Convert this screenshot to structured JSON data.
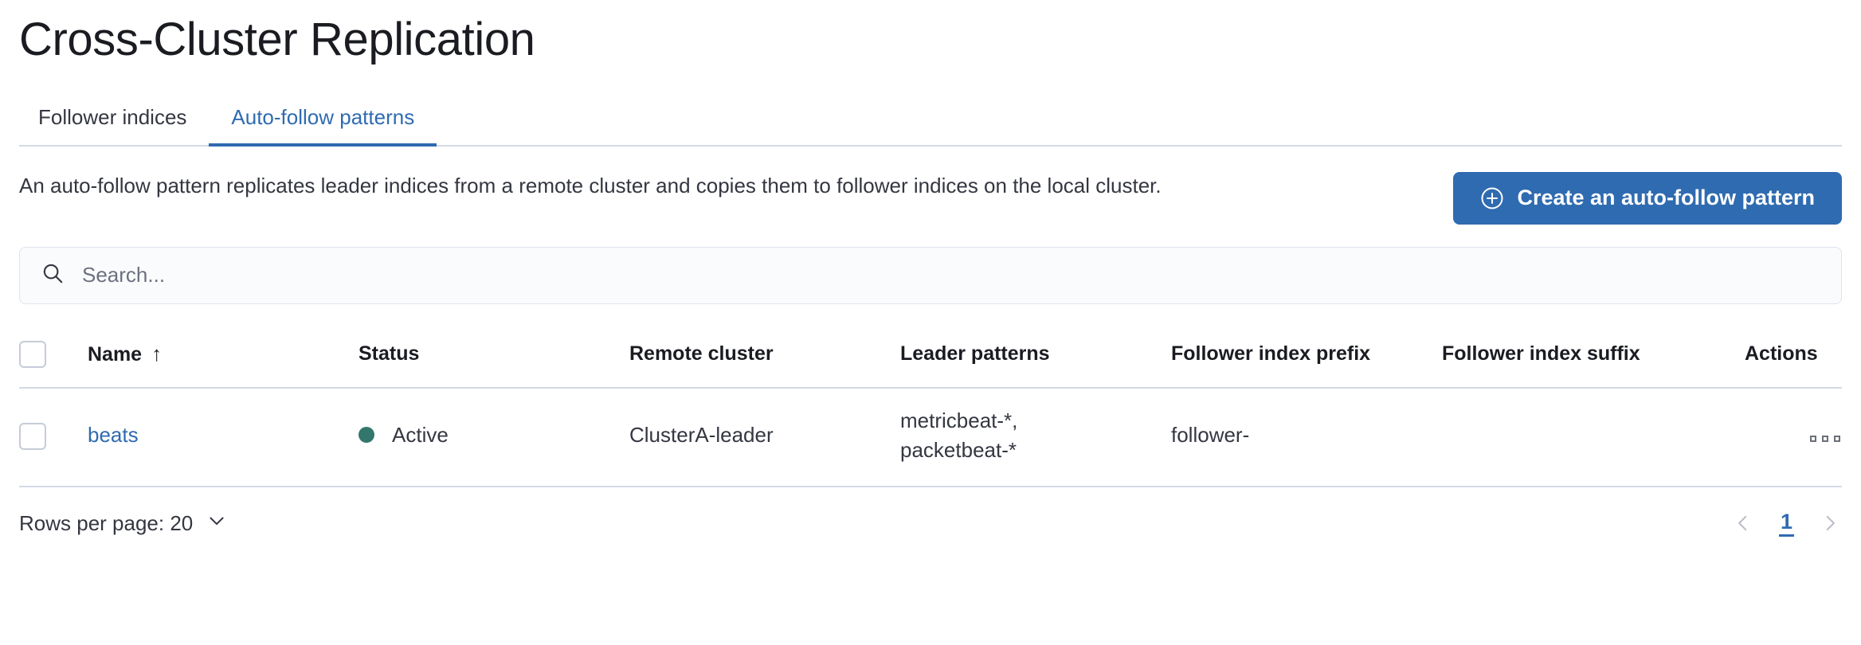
{
  "page": {
    "title": "Cross-Cluster Replication"
  },
  "tabs": [
    {
      "label": "Follower indices",
      "active": false
    },
    {
      "label": "Auto-follow patterns",
      "active": true
    }
  ],
  "intro": {
    "description": "An auto-follow pattern replicates leader indices from a remote cluster and copies them to follower indices on the local cluster.",
    "create_button_label": "Create an auto-follow pattern",
    "create_button_icon": "plus-in-circle-icon",
    "create_button_color": "#2f6bb0"
  },
  "search": {
    "placeholder": "Search...",
    "value": "",
    "icon": "search-icon"
  },
  "table": {
    "columns": [
      "Name",
      "Status",
      "Remote cluster",
      "Leader patterns",
      "Follower index prefix",
      "Follower index suffix",
      "Actions"
    ],
    "sort": {
      "column": "Name",
      "direction": "asc",
      "glyph": "↑"
    },
    "rows": [
      {
        "selected": false,
        "name": "beats",
        "status": "Active",
        "status_color": "#33776c",
        "remote_cluster": "ClusterA-leader",
        "leader_patterns": "metricbeat-*,\npacketbeat-*",
        "follower_index_prefix": "follower-",
        "follower_index_suffix": "",
        "actions_icon": "ellipsis-horizontal-icon"
      }
    ]
  },
  "footer": {
    "rows_per_page_label": "Rows per page: 20",
    "rows_per_page_value": "20",
    "pagination": {
      "prev_icon": "chevron-left-icon",
      "next_icon": "chevron-right-icon",
      "current_page": "1"
    }
  }
}
